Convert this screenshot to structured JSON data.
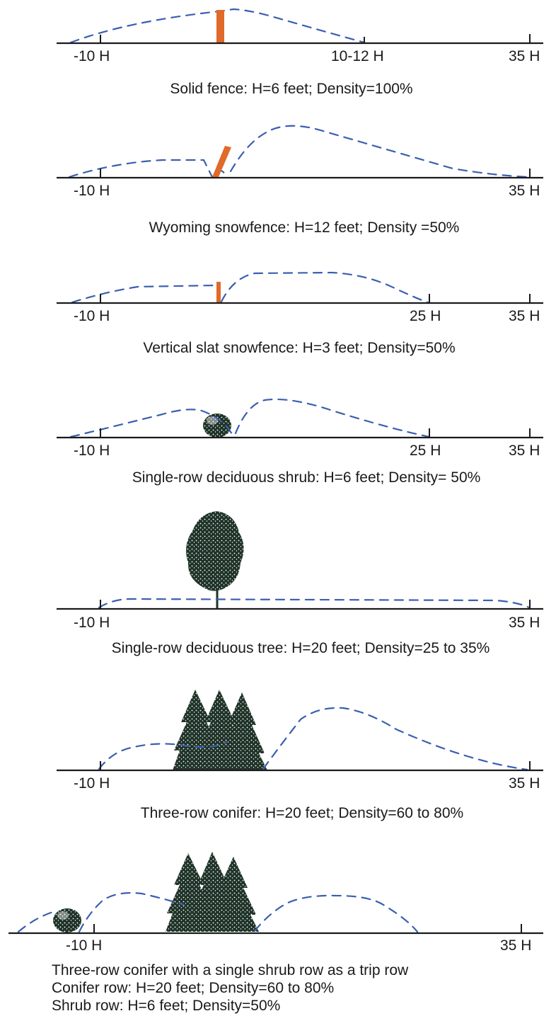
{
  "panels": [
    {
      "id": "solid-fence",
      "tick_labels": [
        "-10 H",
        "10-12 H",
        "35 H"
      ],
      "caption": [
        "Solid  fence: H=6 feet; Density=100%"
      ]
    },
    {
      "id": "wyoming-snowfence",
      "tick_labels": [
        "-10 H",
        "35 H"
      ],
      "caption": [
        "Wyoming snowfence: H=12 feet; Density =50%"
      ]
    },
    {
      "id": "vertical-slat-snowfence",
      "tick_labels": [
        "-10 H",
        "25 H",
        "35 H"
      ],
      "caption": [
        "Vertical slat snowfence: H=3 feet; Density=50%"
      ]
    },
    {
      "id": "single-row-shrub",
      "tick_labels": [
        "-10 H",
        "25 H",
        "35 H"
      ],
      "caption": [
        "Single-row deciduous shrub: H=6 feet; Density= 50%"
      ]
    },
    {
      "id": "single-row-tree",
      "tick_labels": [
        "-10 H",
        "35 H"
      ],
      "caption": [
        "Single-row deciduous tree: H=20 feet; Density=25 to 35%"
      ]
    },
    {
      "id": "three-row-conifer",
      "tick_labels": [
        "-10 H",
        "35 H"
      ],
      "caption": [
        "Three-row conifer: H=20 feet; Density=60 to 80%"
      ]
    },
    {
      "id": "conifer-with-trip-row",
      "tick_labels": [
        "-10 H",
        "35 H"
      ],
      "caption": [
        "Three-row conifer with a single shrub row as a trip row",
        "Conifer row:  H=20 feet; Density=60 to 80%",
        "Shrub row: H=6 feet; Density=50%"
      ]
    }
  ],
  "colors": {
    "fence": "#e06a2a",
    "drift_line": "#3a5fb0",
    "vegetation": "#1f3328",
    "ground": "#1a1a1a"
  },
  "icons": {
    "barrier_solid": "solid-fence-icon",
    "barrier_angled": "angled-fence-icon",
    "barrier_slat": "slat-fence-icon",
    "barrier_shrub": "shrub-icon",
    "barrier_tree": "deciduous-tree-icon",
    "barrier_conifer": "conifer-row-icon"
  }
}
